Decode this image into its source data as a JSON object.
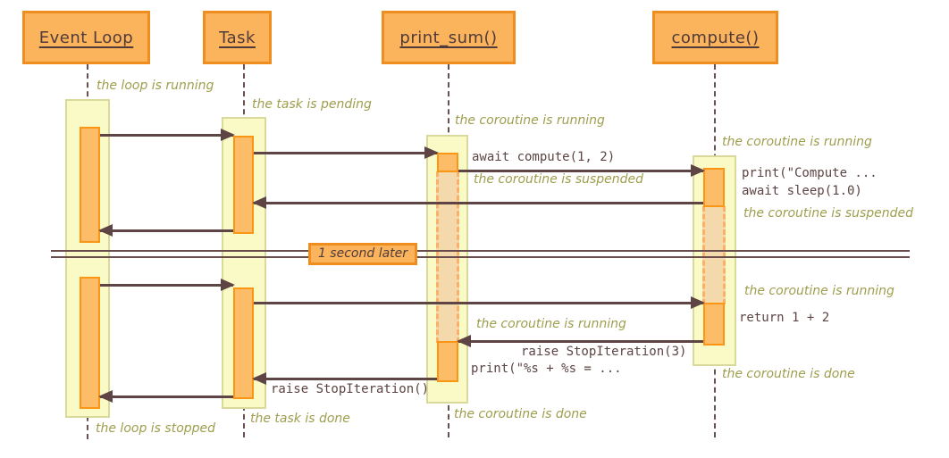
{
  "diagram": {
    "title_hint": "asyncio sequence diagram",
    "actors": [
      {
        "id": "event-loop",
        "label": "Event Loop"
      },
      {
        "id": "task",
        "label": "Task"
      },
      {
        "id": "print-sum",
        "label": "print_sum()"
      },
      {
        "id": "compute",
        "label": "compute()"
      }
    ],
    "divider": {
      "label": "1 second later"
    },
    "messages": [
      {
        "id": "await-compute",
        "text": "await compute(1, 2)"
      },
      {
        "id": "raise-stopiteration-3",
        "text": "raise StopIteration(3)"
      },
      {
        "id": "raise-stopiteration",
        "text": "raise StopIteration()"
      }
    ],
    "code_notes": [
      {
        "id": "print-compute",
        "text": "print(\"Compute ..."
      },
      {
        "id": "await-sleep",
        "text": "await sleep(1.0)"
      },
      {
        "id": "return-1-plus-2",
        "text": "return 1 + 2"
      },
      {
        "id": "print-format",
        "text": "print(\"%s + %s = ..."
      }
    ],
    "state_notes": [
      {
        "id": "loop-running",
        "text": "the loop is running"
      },
      {
        "id": "task-pending",
        "text": "the task is pending"
      },
      {
        "id": "print-sum-running-1",
        "text": "the coroutine is running"
      },
      {
        "id": "compute-running-1",
        "text": "the coroutine is running"
      },
      {
        "id": "print-sum-suspended",
        "text": "the coroutine is suspended"
      },
      {
        "id": "compute-suspended",
        "text": "the coroutine is suspended"
      },
      {
        "id": "compute-running-2",
        "text": "the coroutine is running"
      },
      {
        "id": "print-sum-running-2",
        "text": "the coroutine is running"
      },
      {
        "id": "compute-done",
        "text": "the coroutine is done"
      },
      {
        "id": "print-sum-done",
        "text": "the coroutine is done"
      },
      {
        "id": "task-done",
        "text": "the task is done"
      },
      {
        "id": "loop-stopped",
        "text": "the loop is stopped"
      }
    ],
    "colors": {
      "actor_fill": "#fbb35c",
      "actor_border": "#ef8d1e",
      "bar_fill": "#fdbc68",
      "bar_border": "#fb9614",
      "strip_fill": "#fafac6",
      "strip_border": "#d9d99c",
      "suspended_fill": "#f3d9ab",
      "suspended_border": "#fbb067",
      "arrow": "#5e4444",
      "note_text": "#9e9e4e",
      "code_text": "#5d4444",
      "divider_line": "#6b4c4c"
    }
  }
}
